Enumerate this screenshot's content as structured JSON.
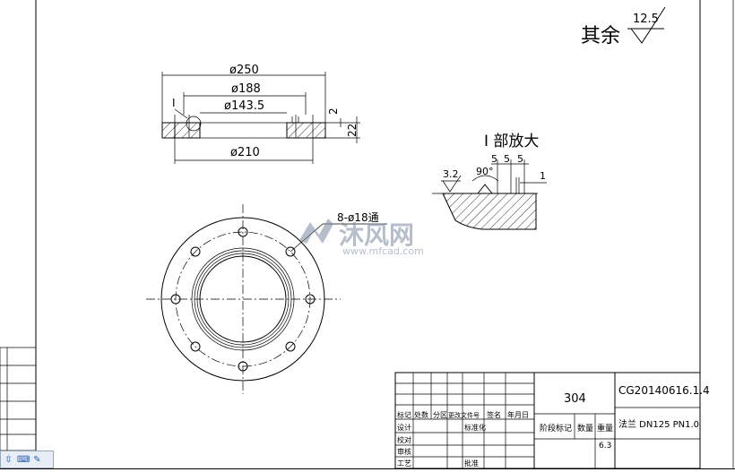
{
  "roughness": {
    "label": "其余",
    "value": "12.5"
  },
  "top_view": {
    "dims": [
      "ø250",
      "ø188",
      "ø143.5",
      "ø210"
    ],
    "side_dims": [
      "2",
      "22"
    ],
    "detail_marker": "I"
  },
  "detail": {
    "title": "I 部放大",
    "roughness": "3.2",
    "angle": "90°",
    "dims": [
      "5",
      "5",
      "5",
      "1"
    ]
  },
  "front_view": {
    "holes_label": "8-ø18通"
  },
  "watermark": {
    "brand": "沐风网",
    "url": "www.mfcad.com"
  },
  "title_block": {
    "material": "304",
    "drawing_no": "CG20140616.1.4",
    "part_name": "法兰 DN125  PN1.0",
    "header_row": [
      "标记",
      "处数",
      "分区",
      "更改文件号",
      "签名",
      "年月日"
    ],
    "left_rows": [
      "设计",
      "校对",
      "审核",
      "工艺"
    ],
    "standardize": "标准化",
    "approve": "批准",
    "stage_mark": "阶段标记",
    "quantity": "数量",
    "weight": "重量",
    "scale": "6.3"
  },
  "taskbar": {
    "icons": [
      "arrow-icon",
      "keyboard-icon",
      "settings-icon"
    ]
  }
}
